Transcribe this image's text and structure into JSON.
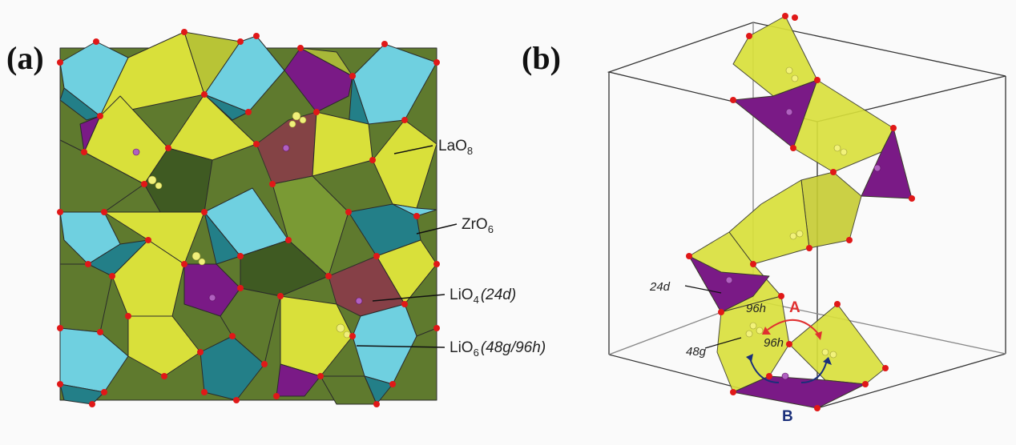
{
  "panel_a": {
    "letter": "(a)",
    "labels": {
      "lao8": {
        "main": "LaO",
        "sub": "8",
        "tail": ""
      },
      "zro6": {
        "main": "ZrO",
        "sub": "6",
        "tail": ""
      },
      "lio4": {
        "main": "LiO",
        "sub": "4",
        "tail": "(24d)"
      },
      "lio6": {
        "main": "LiO",
        "sub": "6",
        "tail": "(48g/96h)"
      }
    }
  },
  "panel_b": {
    "letter": "(b)",
    "site_labels": {
      "s24d": "24d",
      "s96h_a": "96h",
      "s96h_b": "96h",
      "s48g": "48g"
    },
    "path_labels": {
      "A": "A",
      "B": "B"
    }
  },
  "colors": {
    "yellow": "#d9e03a",
    "yellow_dark": "#8e9a2a",
    "olive": "#5f7a2e",
    "olive_dark": "#3f5a22",
    "cyan": "#6fd0e0",
    "teal": "#237f88",
    "purple": "#7a1a86",
    "oxygen": "#e01818",
    "path_A": "#e03030",
    "path_B": "#1a2f7a"
  }
}
